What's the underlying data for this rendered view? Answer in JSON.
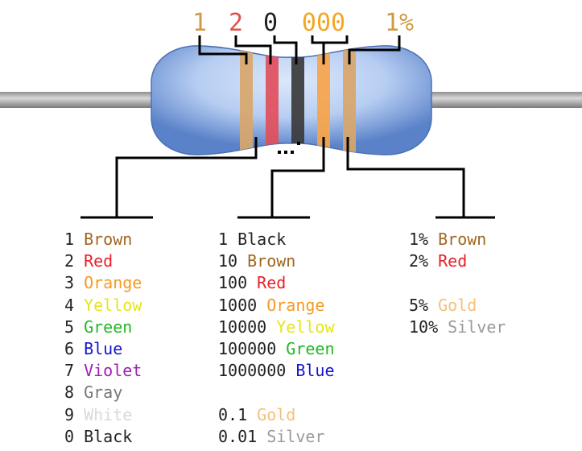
{
  "header_labels": [
    {
      "text": "1",
      "color": "#d09a45"
    },
    {
      "text": "2",
      "color": "#e0504d"
    },
    {
      "text": "0",
      "color": "#222222"
    },
    {
      "text": "000",
      "color": "#f5a623"
    },
    {
      "text": "1%",
      "color": "#d09a45"
    }
  ],
  "colors": {
    "lead": "#a9a9a9",
    "body_light": "#c9dcf6",
    "body_dark": "#5a82c9",
    "line": "#000000",
    "text": "#222222"
  },
  "bands": [
    {
      "name": "brown",
      "color": "#d8a66a"
    },
    {
      "name": "red",
      "color": "#e14f5c"
    },
    {
      "name": "black",
      "color": "#3a3a3a"
    },
    {
      "name": "orange",
      "color": "#f7a44a"
    },
    {
      "name": "brown-tolerance",
      "color": "#d8a66a"
    }
  ],
  "digit_codes": [
    {
      "num": "1",
      "color_name": "Brown",
      "color": "#a0661f"
    },
    {
      "num": "2",
      "color_name": "Red",
      "color": "#e8202a"
    },
    {
      "num": "3",
      "color_name": "Orange",
      "color": "#f59a23"
    },
    {
      "num": "4",
      "color_name": "Yellow",
      "color": "#e5e51a"
    },
    {
      "num": "5",
      "color_name": "Green",
      "color": "#21b821"
    },
    {
      "num": "6",
      "color_name": "Blue",
      "color": "#1515cc"
    },
    {
      "num": "7",
      "color_name": "Violet",
      "color": "#9b1fb0"
    },
    {
      "num": "8",
      "color_name": "Gray",
      "color": "#777777"
    },
    {
      "num": "9",
      "color_name": "White",
      "color": "#d9d9d9"
    },
    {
      "num": "0",
      "color_name": "Black",
      "color": "#222222"
    }
  ],
  "multiplier_codes": [
    {
      "num": "1",
      "color_name": "Black",
      "color": "#222222"
    },
    {
      "num": "10",
      "color_name": "Brown",
      "color": "#a0661f"
    },
    {
      "num": "100",
      "color_name": "Red",
      "color": "#e8202a"
    },
    {
      "num": "1000",
      "color_name": "Orange",
      "color": "#f59a23"
    },
    {
      "num": "10000",
      "color_name": "Yellow",
      "color": "#e5e51a"
    },
    {
      "num": "100000",
      "color_name": "Green",
      "color": "#21b821"
    },
    {
      "num": "1000000",
      "color_name": "Blue",
      "color": "#1515cc"
    }
  ],
  "multiplier_fraction_codes": [
    {
      "num": "0.1",
      "color_name": "Gold",
      "color": "#f5c07a"
    },
    {
      "num": "0.01",
      "color_name": "Silver",
      "color": "#9a9a9a"
    }
  ],
  "tolerance_codes": [
    {
      "num": "1%",
      "color_name": "Brown",
      "color": "#a0661f"
    },
    {
      "num": "2%",
      "color_name": "Red",
      "color": "#e8202a"
    }
  ],
  "tolerance_extra_codes": [
    {
      "num": "5%",
      "color_name": "Gold",
      "color": "#f5c07a"
    },
    {
      "num": "10%",
      "color_name": "Silver",
      "color": "#9a9a9a"
    }
  ]
}
